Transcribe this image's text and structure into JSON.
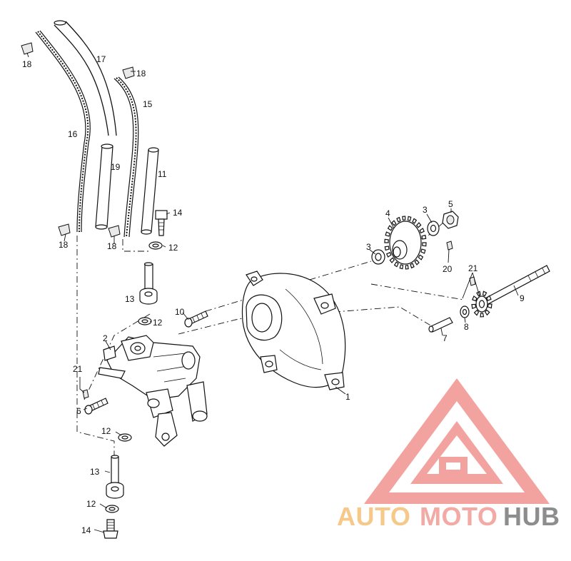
{
  "callouts": {
    "c1": "1",
    "c2": "2",
    "c3a": "3",
    "c3b": "3",
    "c4": "4",
    "c5": "5",
    "c6": "6",
    "c7": "7",
    "c8": "8",
    "c9": "9",
    "c10": "10",
    "c11": "11",
    "c12a": "12",
    "c12b": "12",
    "c12c": "12",
    "c12d": "12",
    "c13a": "13",
    "c13b": "13",
    "c14a": "14",
    "c14b": "14",
    "c15": "15",
    "c16": "16",
    "c17": "17",
    "c18a": "18",
    "c18b": "18",
    "c18c": "18",
    "c18d": "18",
    "c19": "19",
    "c20": "20",
    "c21a": "21",
    "c21b": "21"
  },
  "watermark": {
    "part1": "AUTO",
    "part2": "MOTO",
    "part3": "HUB",
    "colors": {
      "auto": "#f6c98a",
      "moto": "#f3a9a4",
      "hub": "#8d8d8d",
      "logo": "#f29a95"
    }
  }
}
